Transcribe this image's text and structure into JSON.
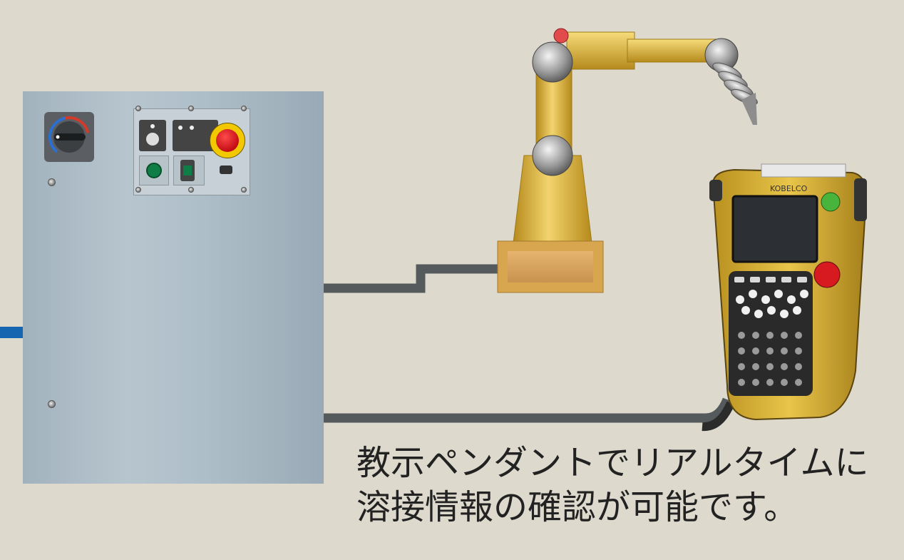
{
  "caption": {
    "line1": "教示ペンダントでリアルタイムに",
    "line2": "溶接情報の確認が可能です。"
  },
  "pendant": {
    "brand": "KOBELCO"
  },
  "icons": [
    "cabinet-dial-icon",
    "emergency-stop-icon",
    "robot-arm-icon",
    "teach-pendant-icon"
  ],
  "colors": {
    "background": "#ddd9cc",
    "cable": "#555a5c",
    "robot": "#e3b93a",
    "accent_line": "#1565b0",
    "stop": "#d71920"
  }
}
